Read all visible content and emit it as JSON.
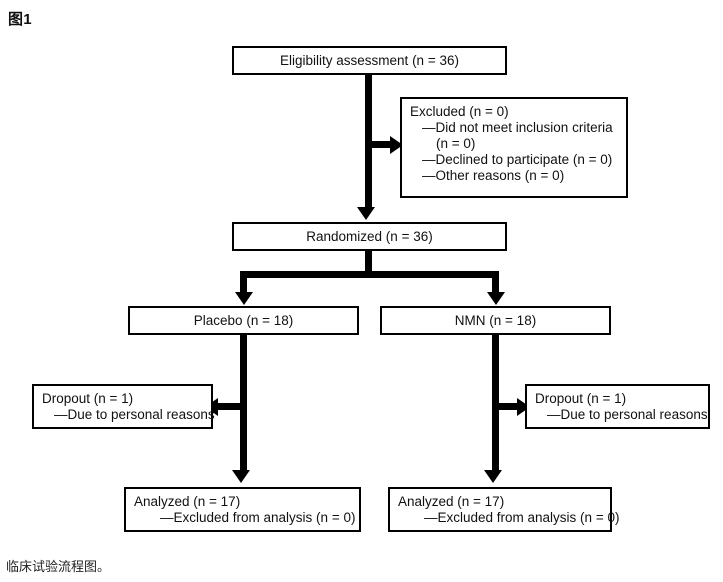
{
  "figure": {
    "title": "图1",
    "caption": "临床试验流程图。"
  },
  "flowchart": {
    "nodes": {
      "eligibility": {
        "text": "Eligibility assessment (n = 36)"
      },
      "excluded": {
        "main": "Excluded (n = 0)",
        "items": [
          "—Did not meet inclusion criteria",
          "(n = 0)",
          "—Declined to participate (n = 0)",
          "—Other reasons (n = 0)"
        ]
      },
      "randomized": {
        "text": "Randomized (n = 36)"
      },
      "placebo": {
        "text": "Placebo (n = 18)"
      },
      "nmn": {
        "text": "NMN (n = 18)"
      },
      "dropout_left": {
        "main": "Dropout (n = 1)",
        "item": "—Due to personal reasons"
      },
      "dropout_right": {
        "main": "Dropout (n = 1)",
        "item": "—Due to personal reasons"
      },
      "analyzed_left": {
        "main": "Analyzed (n = 17)",
        "item": "—Excluded from analysis (n = 0)"
      },
      "analyzed_right": {
        "main": "Analyzed (n = 17)",
        "item": "—Excluded from analysis (n = 0)"
      }
    },
    "colors": {
      "line": "#000000",
      "box_border": "#000000",
      "background": "#ffffff",
      "text": "#111111"
    }
  }
}
